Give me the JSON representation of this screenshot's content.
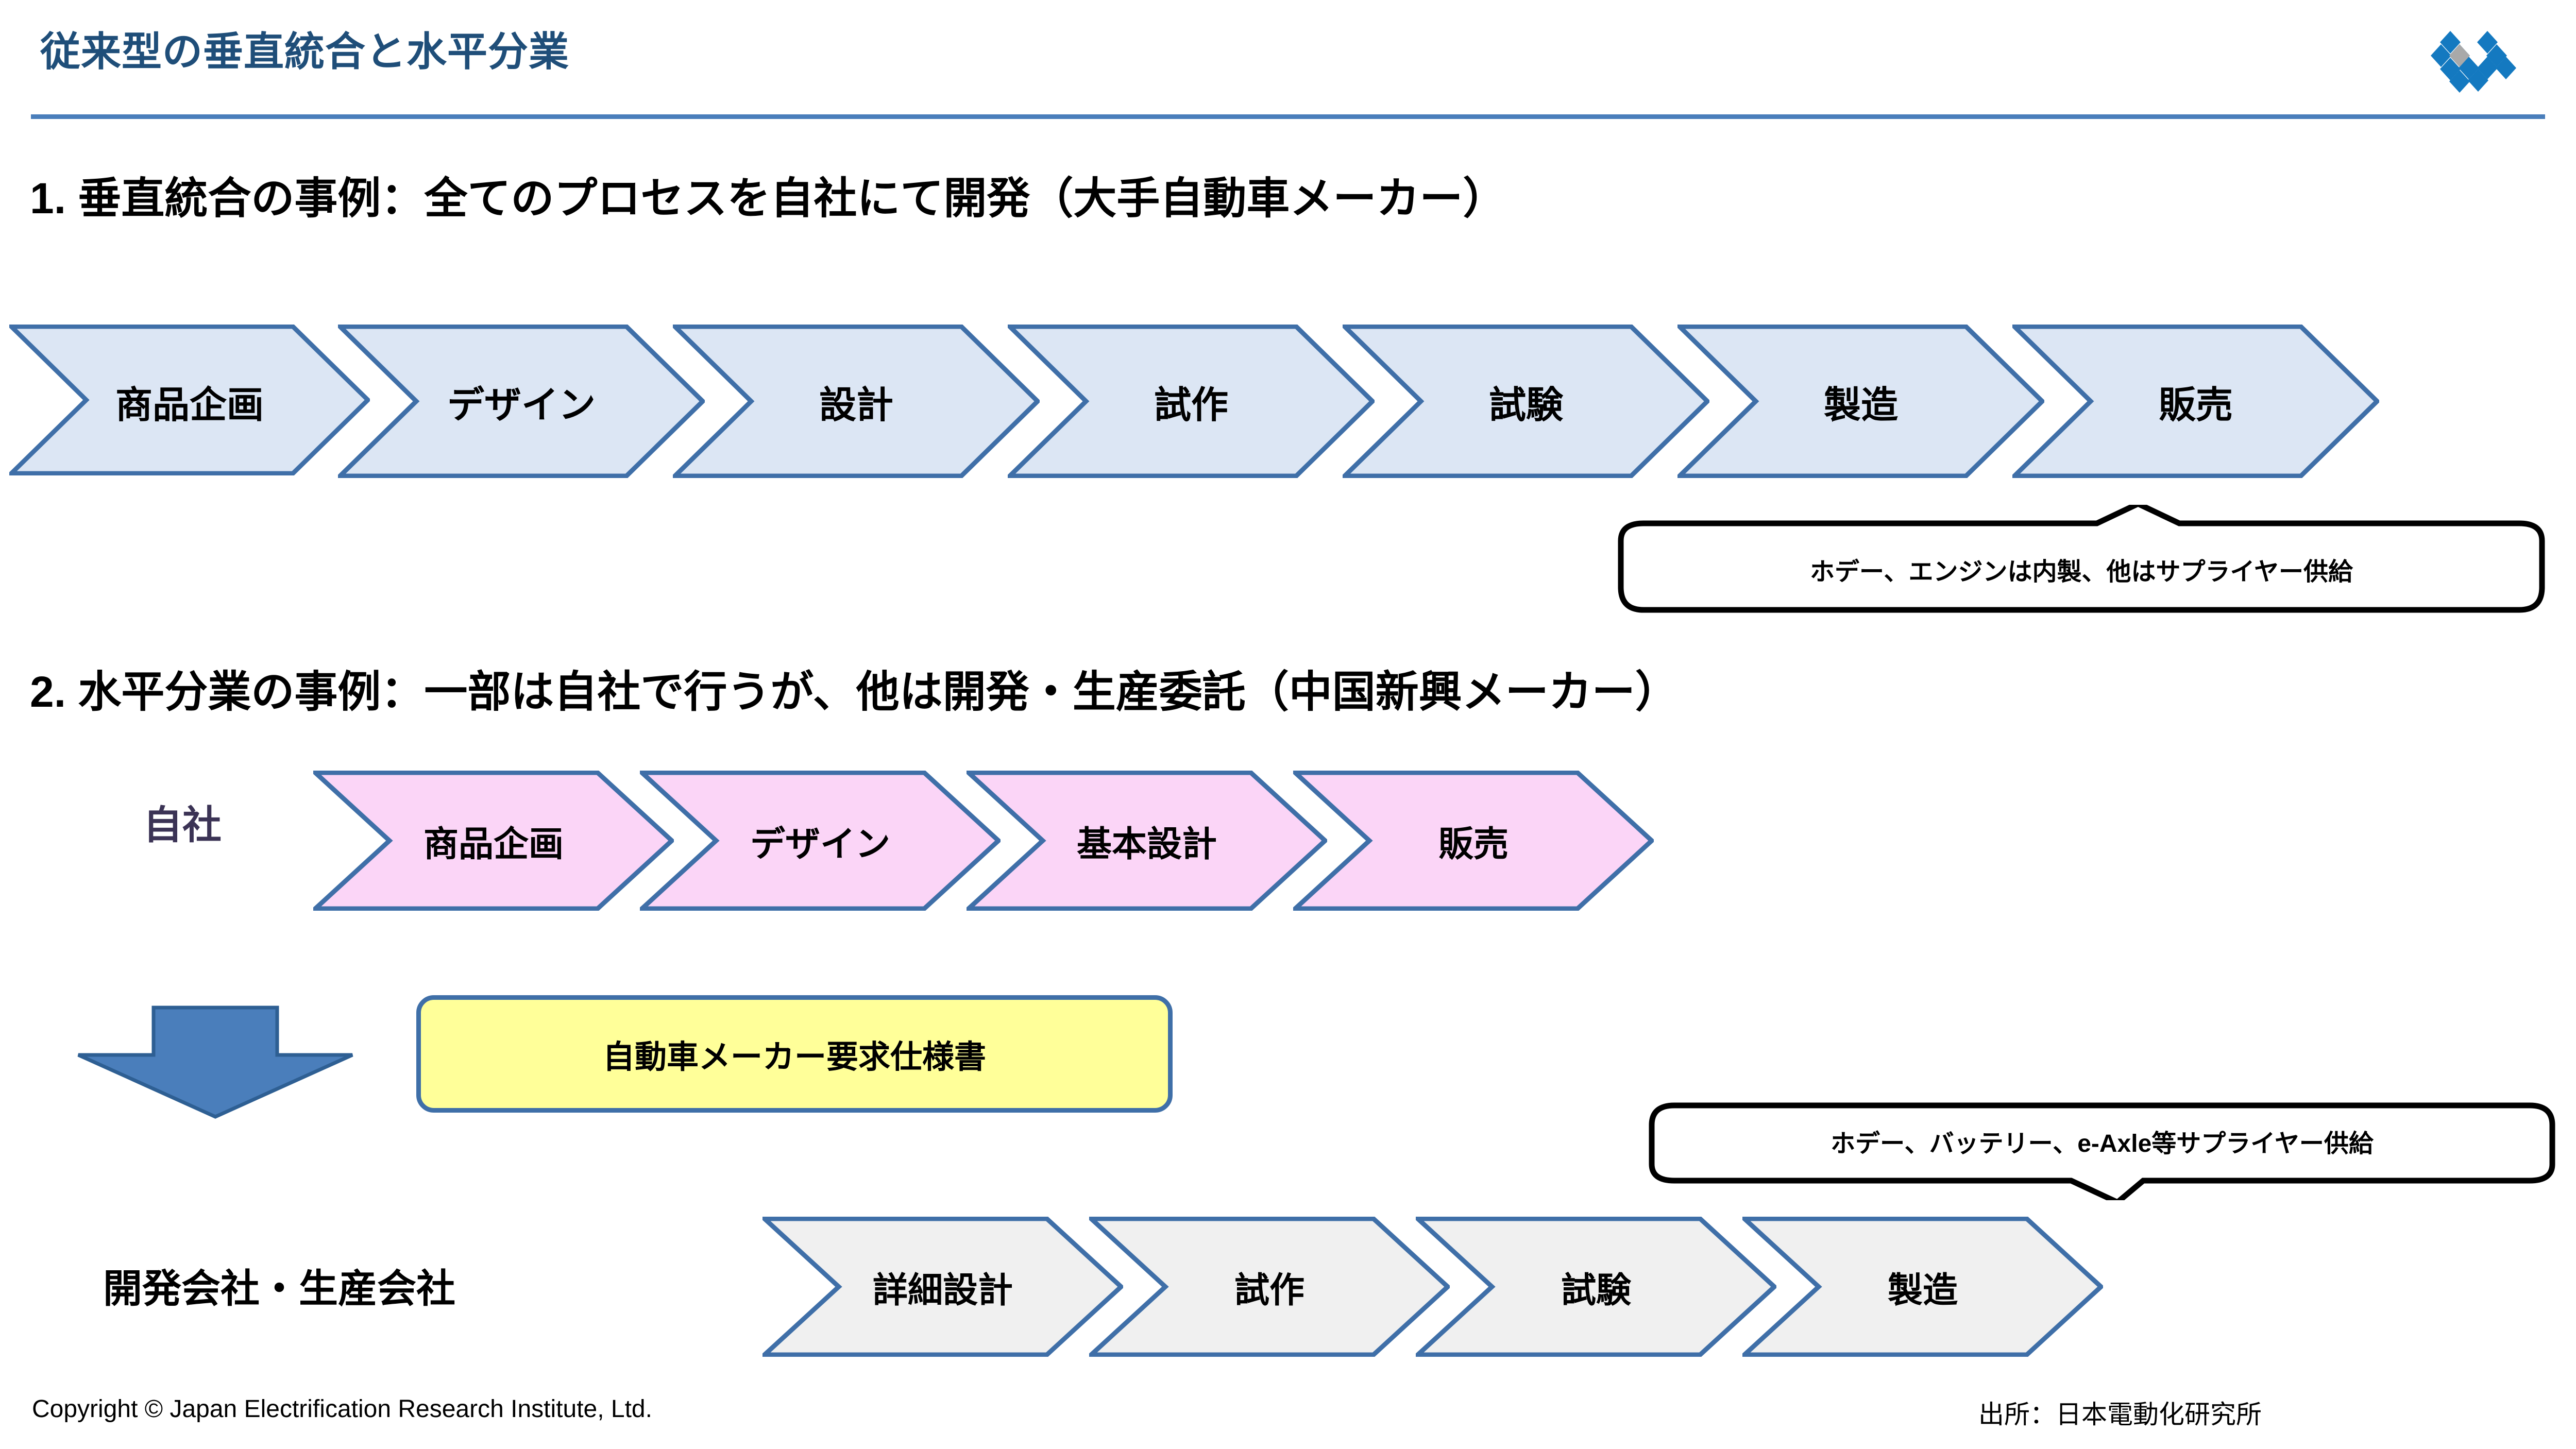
{
  "header": {
    "title": "従来型の垂直統合と水平分業",
    "logo_name": "japan-electrification-research-institute-logo",
    "accent_color": "#1f4e79",
    "rule_color": "#4a7ebb"
  },
  "sections": [
    {
      "heading": "1. 垂直統合の事例：全てのプロセスを自社にて開発（大手自動車メーカー）"
    },
    {
      "heading": "2. 水平分業の事例：一部は自社で行うが、他は開発・生産委託（中国新興メーカー）"
    }
  ],
  "rows": [
    {
      "id": "vertical-integration",
      "label": "",
      "fill": "#dce6f4",
      "stroke": "#3f6fa8",
      "steps": [
        "商品企画",
        "デザイン",
        "設計",
        "試作",
        "試験",
        "製造",
        "販売"
      ]
    },
    {
      "id": "in-house",
      "label": "自社",
      "label_color": "#3b3355",
      "fill": "#fbd5f7",
      "stroke": "#3f6fa8",
      "steps": [
        "商品企画",
        "デザイン",
        "基本設計",
        "販売"
      ]
    },
    {
      "id": "outsourced",
      "label": "開発会社・生産会社",
      "label_color": "#000000",
      "fill": "#f0f0f0",
      "stroke": "#3f6fa8",
      "steps": [
        "詳細設計",
        "試作",
        "試験",
        "製造"
      ]
    }
  ],
  "callouts": [
    {
      "id": "callout-manufacturing",
      "text": "ホデー、エンジンは内製、他はサプライヤー供給"
    },
    {
      "id": "callout-supplier",
      "text": "ホデー、バッテリー、e-Axle等サプライヤー供給"
    }
  ],
  "spec_box": {
    "text": "自動車メーカー要求仕様書",
    "fill": "#ffff99",
    "stroke": "#3f6fa8"
  },
  "arrow": {
    "name": "down-arrow",
    "color": "#4a7ebb"
  },
  "footer": {
    "copyright": "Copyright © Japan Electrification Research Institute, Ltd.",
    "source": "出所：日本電動化研究所"
  }
}
